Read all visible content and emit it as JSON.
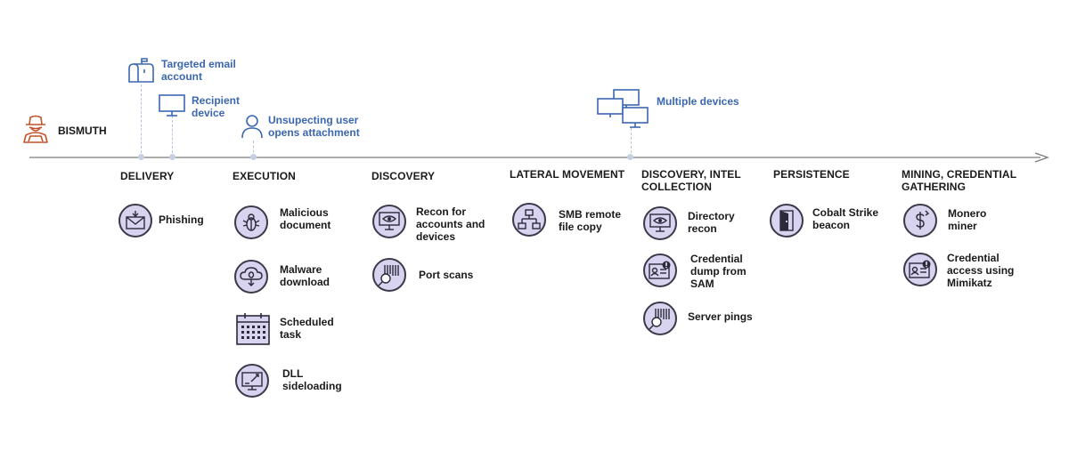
{
  "actor": {
    "name": "BISMUTH",
    "icon": "hacker-icon",
    "color": "#c0532a"
  },
  "targets": [
    {
      "label": "Targeted email account",
      "icon": "mailbox-icon"
    },
    {
      "label": "Recipient device",
      "icon": "monitor-icon"
    },
    {
      "label": "Unsupecting user opens attachment",
      "icon": "user-icon"
    },
    {
      "label": "Multiple devices",
      "icon": "multiple-monitors-icon"
    }
  ],
  "phases": [
    {
      "title": "DELIVERY",
      "techniques": [
        {
          "label": "Phishing",
          "icon": "envelope-icon"
        }
      ]
    },
    {
      "title": "EXECUTION",
      "techniques": [
        {
          "label": "Malicious document",
          "icon": "bug-icon"
        },
        {
          "label": "Malware download",
          "icon": "cloud-bug-icon"
        },
        {
          "label": "Scheduled task",
          "icon": "calendar-icon"
        },
        {
          "label": "DLL sideloading",
          "icon": "sideloading-icon"
        }
      ]
    },
    {
      "title": "DISCOVERY",
      "techniques": [
        {
          "label": "Recon for accounts and devices",
          "icon": "eye-monitor-icon"
        },
        {
          "label": "Port scans",
          "icon": "barcode-scan-icon"
        }
      ]
    },
    {
      "title": "LATERAL MOVEMENT",
      "techniques": [
        {
          "label": "SMB remote file copy",
          "icon": "network-icon"
        }
      ]
    },
    {
      "title": "DISCOVERY, INTEL COLLECTION",
      "techniques": [
        {
          "label": "Directory recon",
          "icon": "eye-monitor-icon"
        },
        {
          "label": "Credential dump from SAM",
          "icon": "credential-icon"
        },
        {
          "label": "Server pings",
          "icon": "barcode-scan-icon"
        }
      ]
    },
    {
      "title": "PERSISTENCE",
      "techniques": [
        {
          "label": "Cobalt Strike beacon",
          "icon": "door-icon"
        }
      ]
    },
    {
      "title": "MINING, CREDENTIAL GATHERING",
      "techniques": [
        {
          "label": "Monero miner",
          "icon": "dollar-icon"
        },
        {
          "label": "Credential access using Mimikatz",
          "icon": "credential-icon"
        }
      ]
    }
  ],
  "colors": {
    "target_text": "#3b66b0",
    "icon_fill": "#d8d3ee",
    "timeline": "#7a7a7a"
  }
}
